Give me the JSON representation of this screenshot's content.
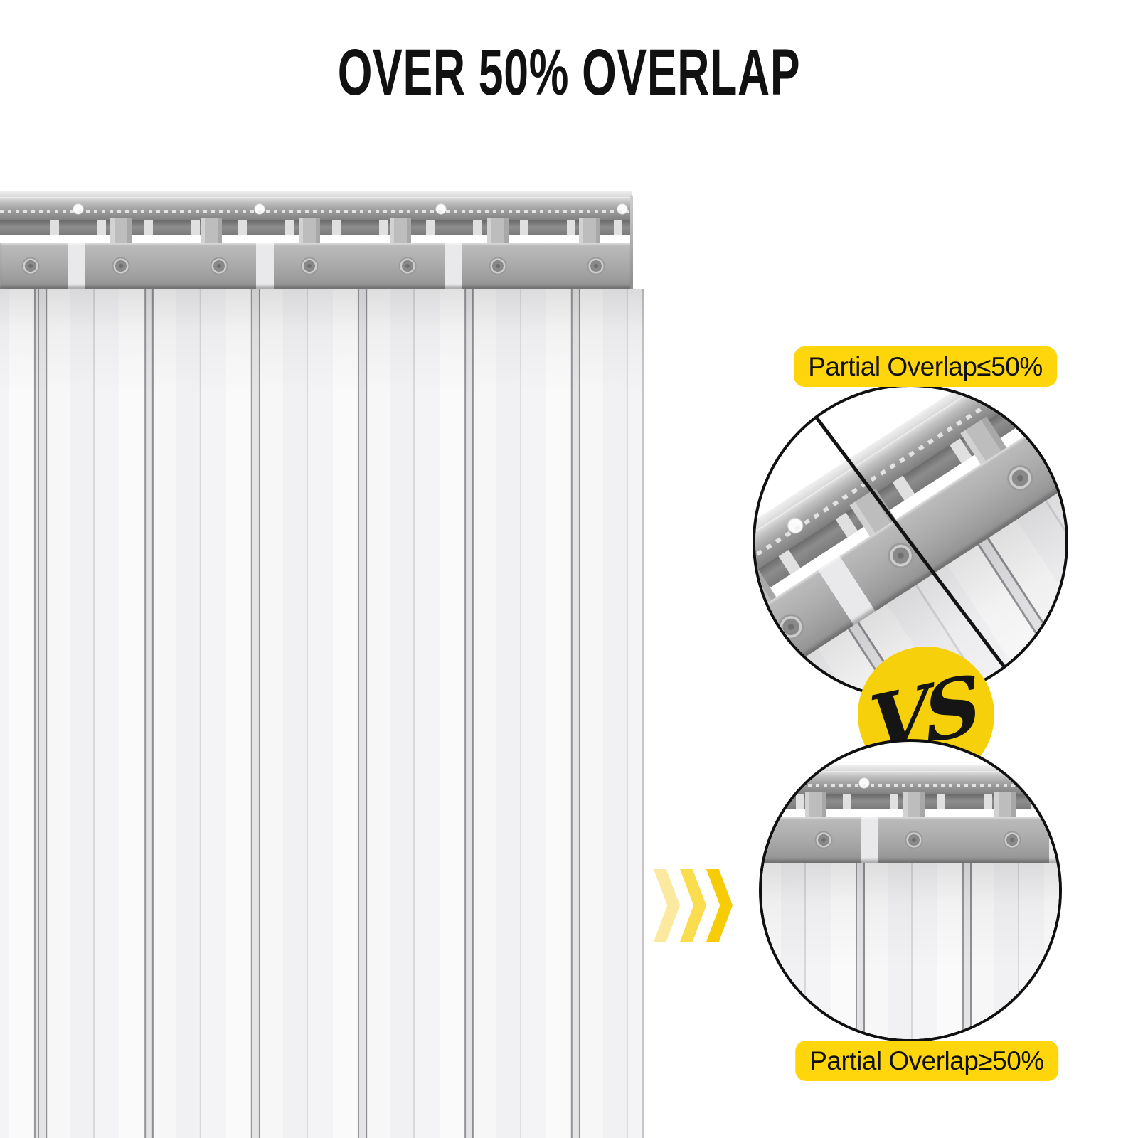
{
  "title": {
    "text": "OVER 50% OVERLAP"
  },
  "comparison": {
    "bad": {
      "label": "Partial Overlap≤50%"
    },
    "good": {
      "label": "Partial Overlap≥50%"
    },
    "vs": "VS"
  },
  "theme": {
    "label_bg": "#FFD60B",
    "badge_bg": "#F6D10B",
    "ink": "#111111",
    "chevron_1": "#FCE9A0",
    "chevron_2": "#FADC4F",
    "chevron_3": "#F6CC06"
  }
}
